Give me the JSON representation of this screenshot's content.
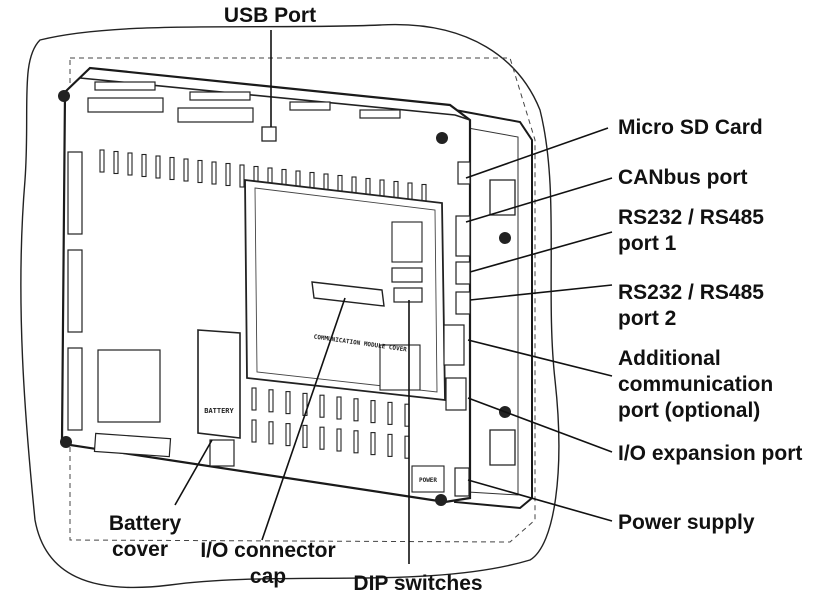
{
  "labels": {
    "usb_port": "USB Port",
    "micro_sd": "Micro SD Card",
    "canbus": "CANbus port",
    "rs_port1_a": "RS232 / RS485",
    "rs_port1_b": "port 1",
    "rs_port2_a": "RS232 / RS485",
    "rs_port2_b": "port 2",
    "additional_a": "Additional",
    "additional_b": "communication",
    "additional_c": "port (optional)",
    "io_expansion": "I/O expansion port",
    "power_supply": "Power supply",
    "battery_a": "Battery",
    "battery_b": "cover",
    "io_connector_a": "I/O connector",
    "io_connector_b": "cap",
    "dip_switches": "DIP switches"
  },
  "device_markings": {
    "battery": "BATTERY",
    "comm_cover": "COMMUNICATION MODULE COVER",
    "power": "POWER"
  }
}
